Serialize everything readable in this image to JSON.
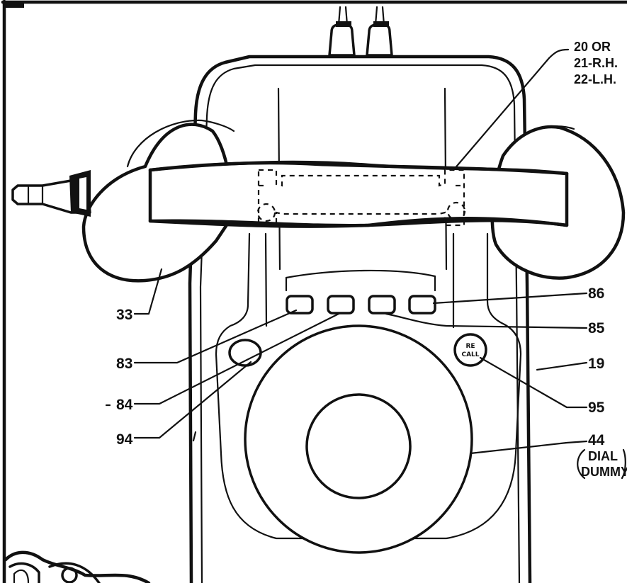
{
  "callouts": {
    "part_20_21_22": [
      "20 OR",
      "21-R.H.",
      "22-L.H."
    ],
    "part_86": "86",
    "part_85": "85",
    "part_33": "33",
    "part_83": "83",
    "part_84": "84",
    "part_94": "94",
    "part_19": "19",
    "part_95": "95",
    "part_44": "44",
    "part_44_note": [
      "DIAL",
      "DUMMY"
    ]
  },
  "recall_button": [
    "RE",
    "CALL"
  ],
  "colors": {
    "ink": "#111111",
    "paper": "#ffffff"
  }
}
